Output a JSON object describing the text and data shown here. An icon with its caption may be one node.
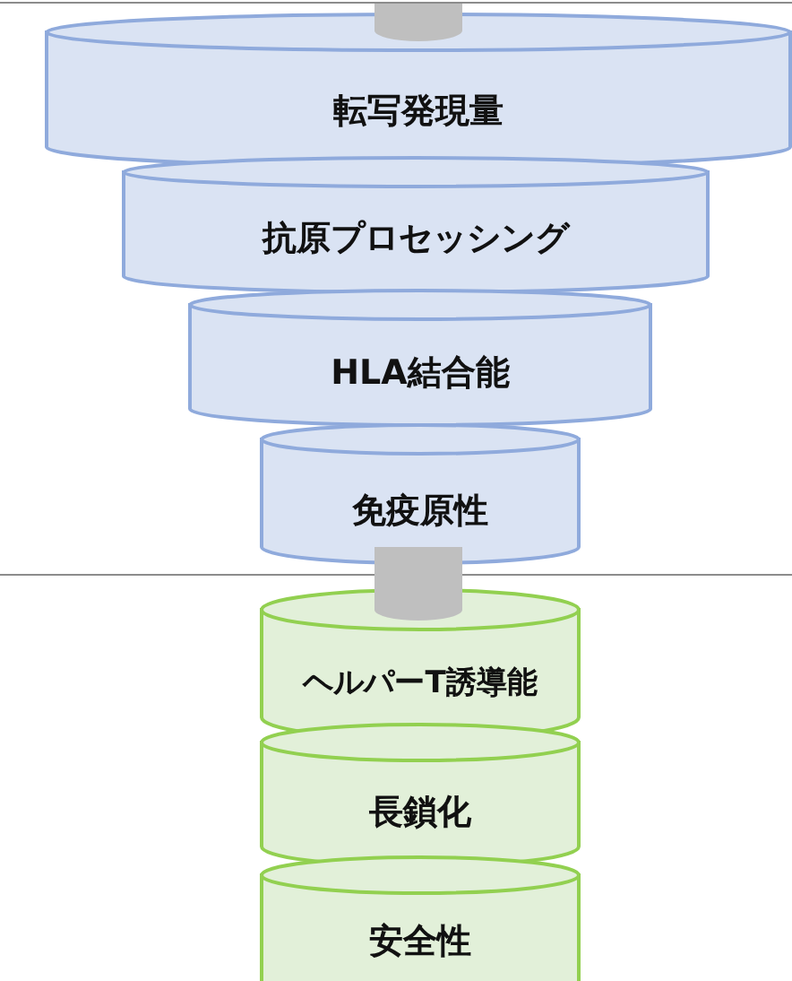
{
  "diagram": {
    "nodes": [
      {
        "text": [
          "転写発現量"
        ]
      },
      {
        "text": [
          "抗原プロセッシング"
        ]
      },
      {
        "text": [
          "HLA結合能"
        ]
      },
      {
        "text": [
          "免疫原性"
        ]
      },
      {
        "text": [
          "ヘルパーT誘導能"
        ]
      },
      {
        "text": [
          "長鎖化"
        ]
      },
      {
        "text": [
          "安全性"
        ]
      }
    ]
  }
}
